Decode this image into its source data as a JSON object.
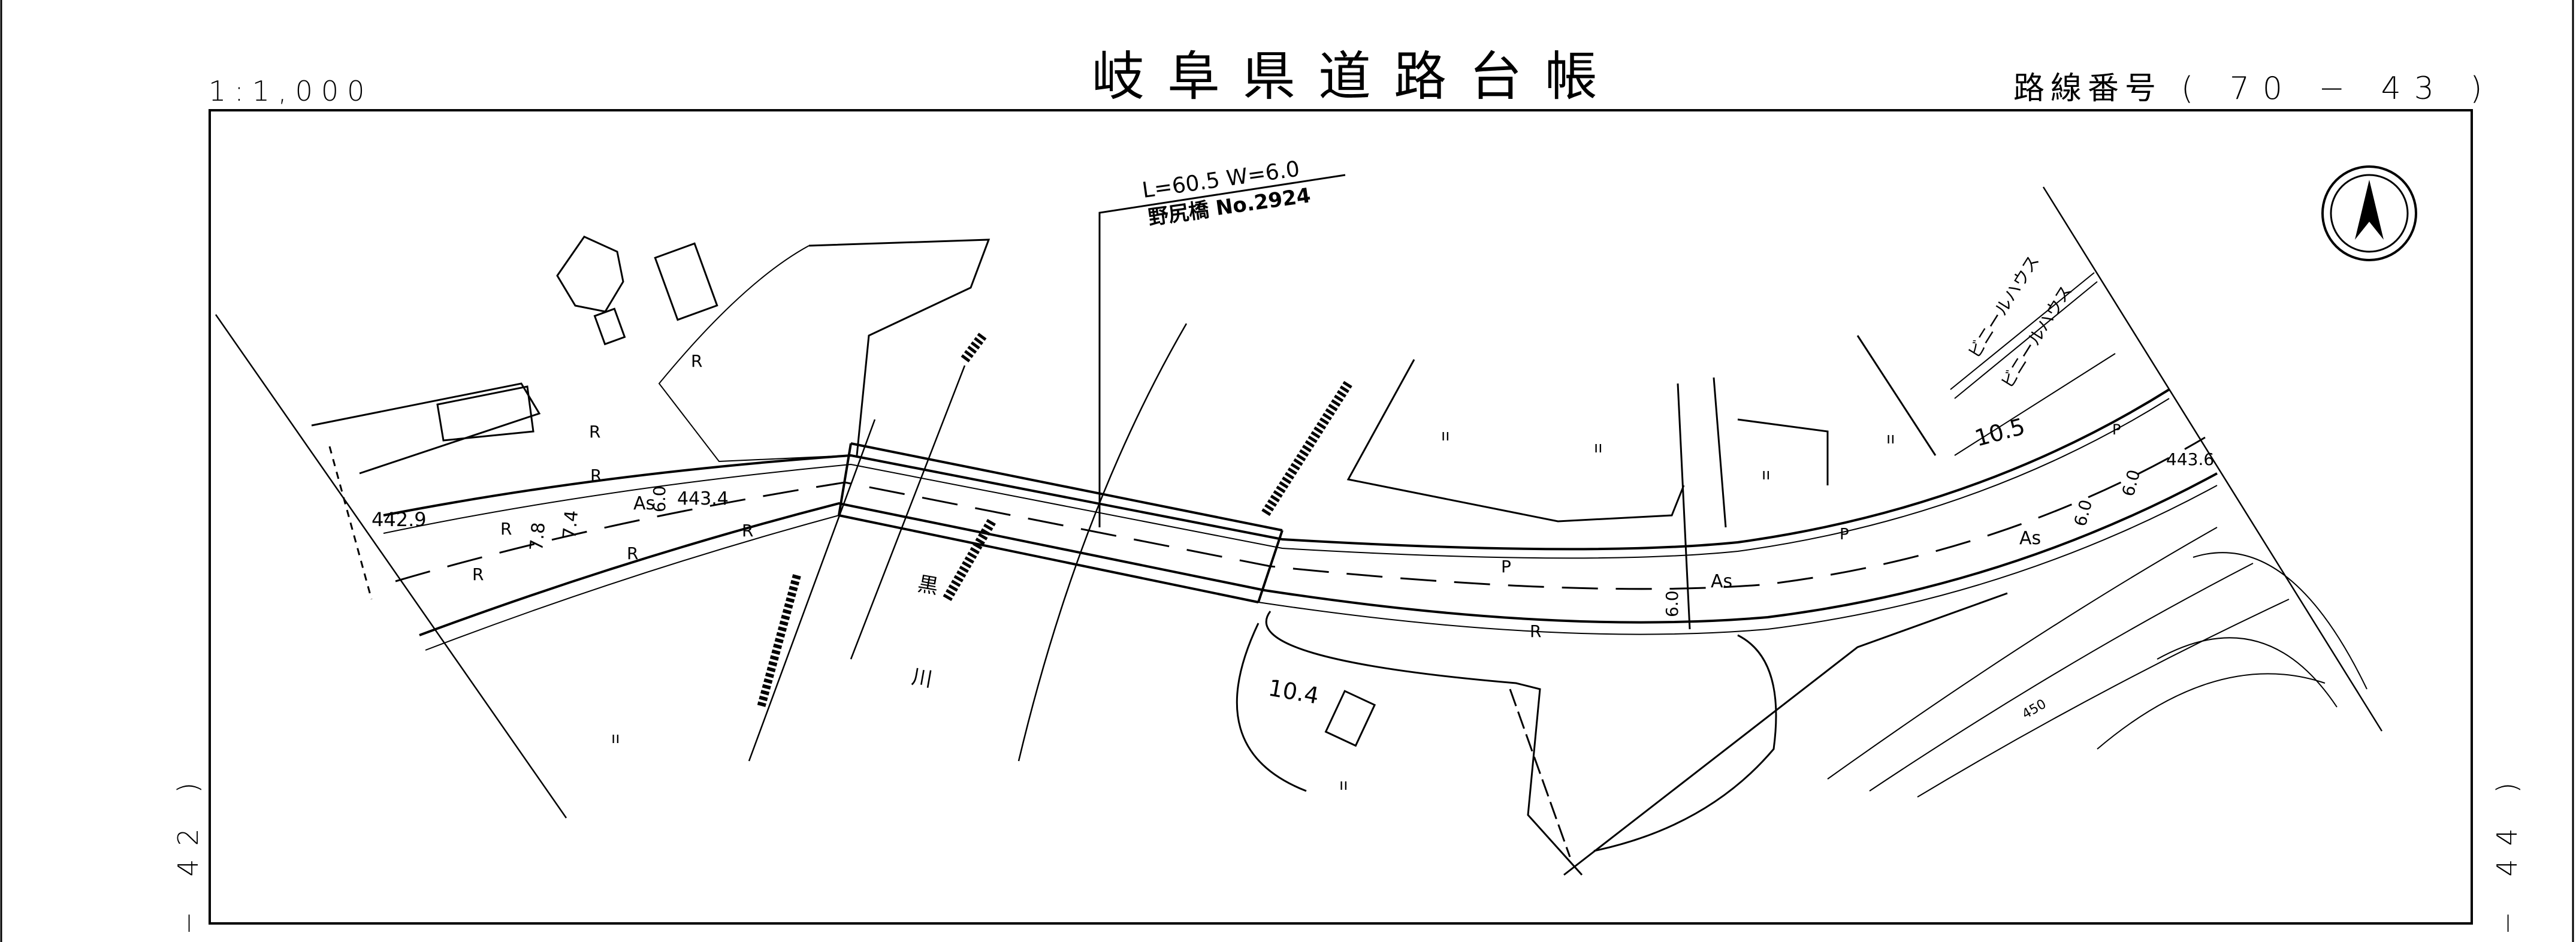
{
  "header": {
    "scale": "1:1,000",
    "title": "岐阜県道路台帳",
    "route_label": "路線番号",
    "route_number": "( 70 − 43 )"
  },
  "sheet_links": {
    "left": "− 42 )",
    "right": "− 44 )"
  },
  "bridge": {
    "dimensions": "L=60.5 W=6.0",
    "name": "野尻橋 No.2924"
  },
  "map_labels": {
    "elev_1": "442.9",
    "elev_2": "443.4",
    "elev_3": "443.6",
    "width_1": "10.5",
    "width_2": "10.4",
    "width_3": "7.8",
    "width_4": "7.4",
    "lane_1": "6.0",
    "lane_2": "6.0",
    "lane_3": "6.0",
    "lane_4": "6.0",
    "surface_as_1": "As",
    "surface_as_2": "As",
    "surface_as_3": "As",
    "p_1": "P",
    "p_2": "P",
    "p_3": "P",
    "r": "R",
    "field": "ıı",
    "river_1": "黒",
    "river_2": "川",
    "greenhouse_1": "ビニールハウス",
    "greenhouse_2": "ビニールハウス",
    "contour": "450"
  },
  "colors": {
    "ink": "#000000",
    "paper": "#ffffff"
  }
}
